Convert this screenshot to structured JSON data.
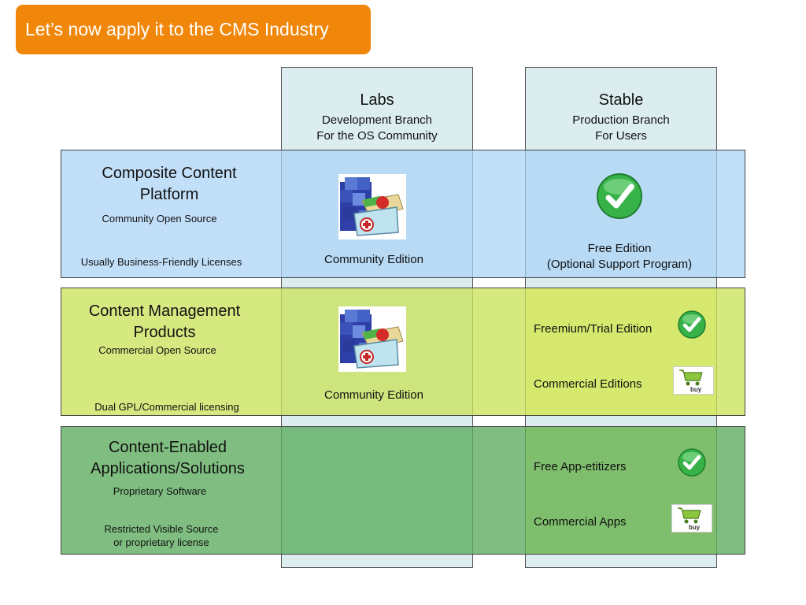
{
  "header": {
    "title": "Let’s now apply it to the CMS Industry"
  },
  "columns": [
    {
      "title": "Labs",
      "sub1": "Development Branch",
      "sub2": "For the OS Community"
    },
    {
      "title": "Stable",
      "sub1": "Production Branch",
      "sub2": "For Users"
    }
  ],
  "rows": [
    {
      "title1": "Composite Content",
      "title2": "Platform",
      "subtitle": "Community Open Source",
      "license": "Usually Business-Friendly Licenses",
      "labs_text": "Community Edition",
      "stable_line1": "Free Edition",
      "stable_line2": "(Optional Support Program)"
    },
    {
      "title1": "Content Management",
      "title2": "Products",
      "subtitle": "Commercial Open Source",
      "license": "Dual GPL/Commercial licensing",
      "labs_text": "Community Edition",
      "stable_item1": "Freemium/Trial Edition",
      "stable_item2": "Commercial Editions"
    },
    {
      "title1": "Content-Enabled",
      "title2": "Applications/Solutions",
      "subtitle": "Proprietary Software",
      "license1": "Restricted Visible Source",
      "license2": "or proprietary license",
      "stable_item1": "Free App-etitizers",
      "stable_item2": "Commercial Apps"
    }
  ],
  "icons": {
    "buy_label": "buy",
    "check_color": "#3bb54a",
    "banner_color": "#f0870a"
  }
}
